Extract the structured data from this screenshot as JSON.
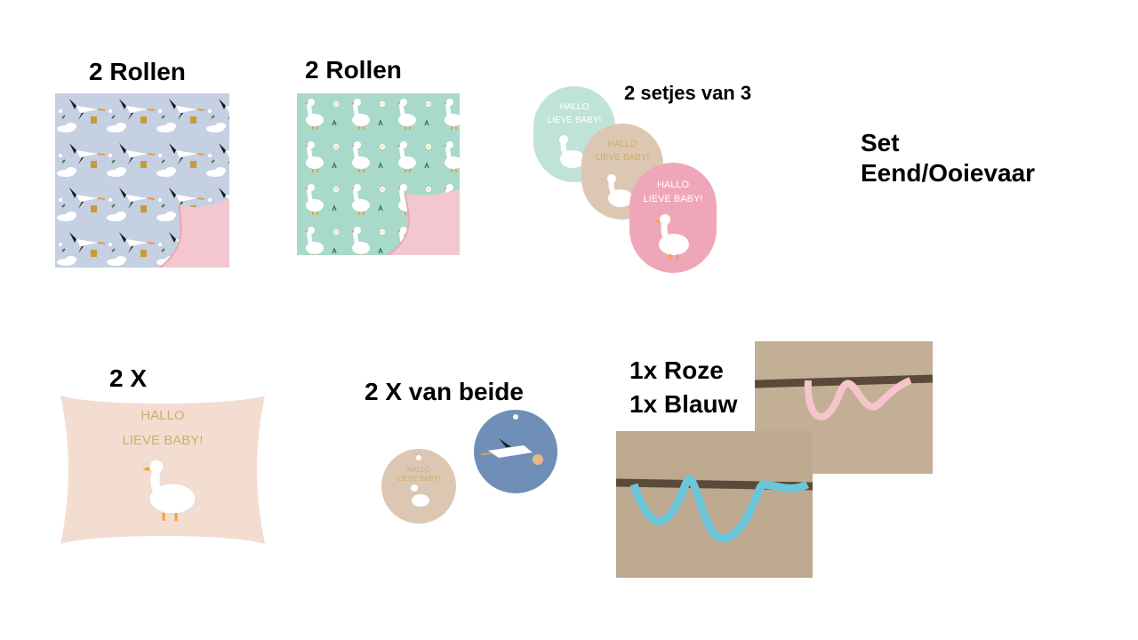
{
  "colors": {
    "stork_paper": "#c5d0e3",
    "goose_paper": "#a8d9cb",
    "pink_back": "#f4c6cf",
    "card_mint": "#bfe3d8",
    "card_beige": "#dcc7b3",
    "card_pink": "#f0a6b9",
    "tag_blue": "#6f8fb8",
    "gift_box": "#f3ddd1",
    "gold_text": "#cfae6a",
    "ribbon_pink": "#f5c4cc",
    "ribbon_blue": "#6cc6da",
    "wood": "#c8b49a"
  },
  "labels": {
    "stork_rolls": "2 Rollen",
    "goose_rolls": "2 Rollen",
    "cards": "2 setjes van 3",
    "set_line1": "Set",
    "set_line2": "Eend/Ooievaar",
    "box": "2 X",
    "tags": "2 X van beide",
    "ribbon_line1": "1x Roze",
    "ribbon_line2": "1x Blauw"
  },
  "card_text": {
    "line1": "HALLO",
    "line2": "LIEVE BABY!"
  },
  "icons": [
    "stork-paper-image",
    "goose-paper-image",
    "card-set-image",
    "gift-box-image",
    "tag-image",
    "ribbon-image"
  ]
}
